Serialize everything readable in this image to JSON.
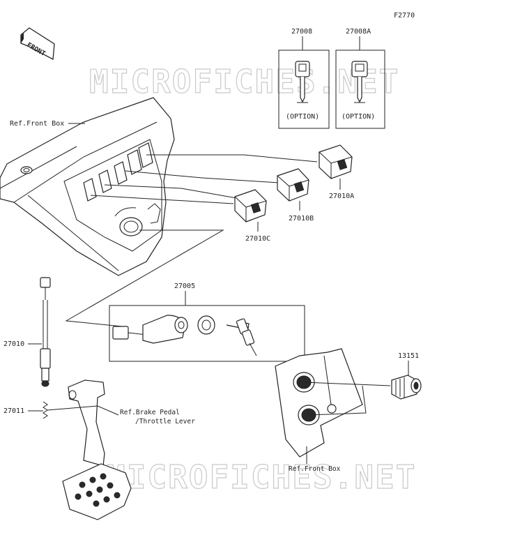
{
  "figure_code": "F2770",
  "watermark": "MICROFICHES.NET",
  "front_tag": "FRONT",
  "labels": {
    "key_a": "27008",
    "key_b": "27008A",
    "option_a": "(OPTION)",
    "option_b": "(OPTION)",
    "ref_front_box_top": "Ref.Front Box",
    "switch_a": "27010A",
    "switch_b": "27010B",
    "switch_c": "27010C",
    "ignition_kit": "27005",
    "sensor": "27010",
    "spring": "27011",
    "ref_brake_1": "Ref.Brake Pedal",
    "ref_brake_2": "/Throttle Lever",
    "socket": "13151",
    "ref_front_box_bottom": "Ref.Front Box"
  }
}
